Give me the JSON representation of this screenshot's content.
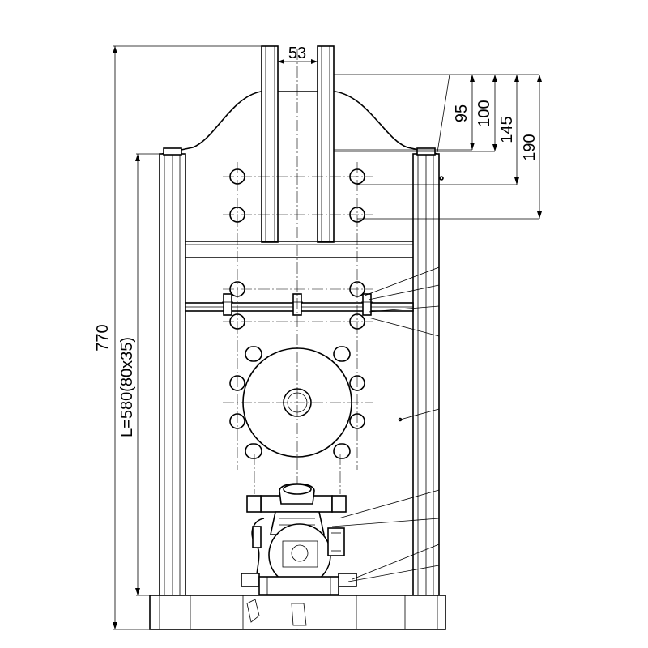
{
  "drawing": {
    "dimensions": {
      "top_width": "53",
      "overall_height": "770",
      "column_length": "L=580(80x35)",
      "offset_1": "95",
      "offset_2": "100",
      "offset_3": "145",
      "offset_4": "190"
    }
  }
}
